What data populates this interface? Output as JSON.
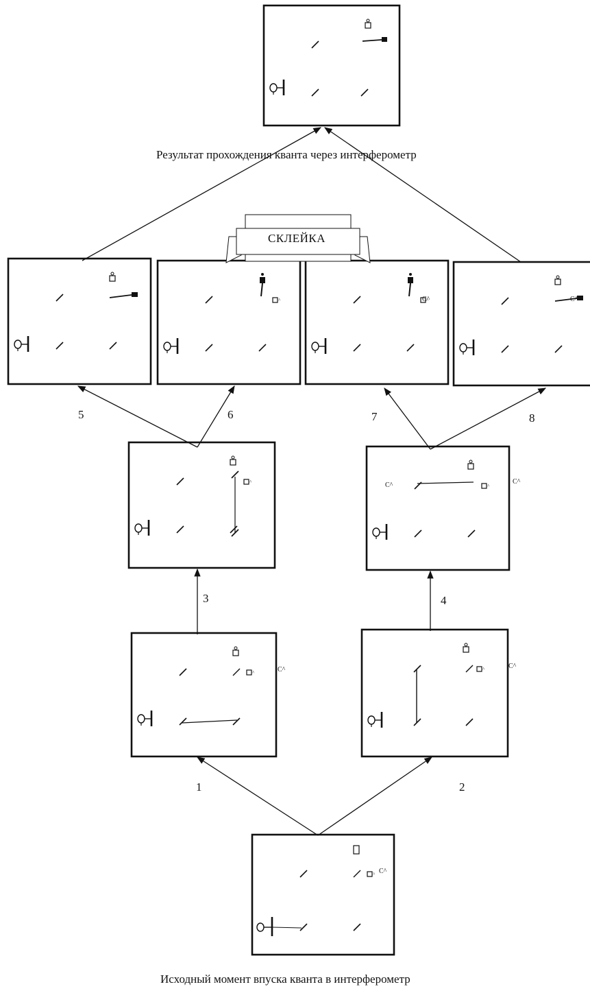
{
  "captions": {
    "result": "Результат прохождения кванта через интерферометр",
    "initial": "Исходный момент впуска кванта в интерферометр"
  },
  "banner_label": "СКЛЕЙКА",
  "step_labels": [
    "1",
    "2",
    "3",
    "4",
    "5",
    "6",
    "7",
    "8"
  ],
  "detector_label": "C^"
}
